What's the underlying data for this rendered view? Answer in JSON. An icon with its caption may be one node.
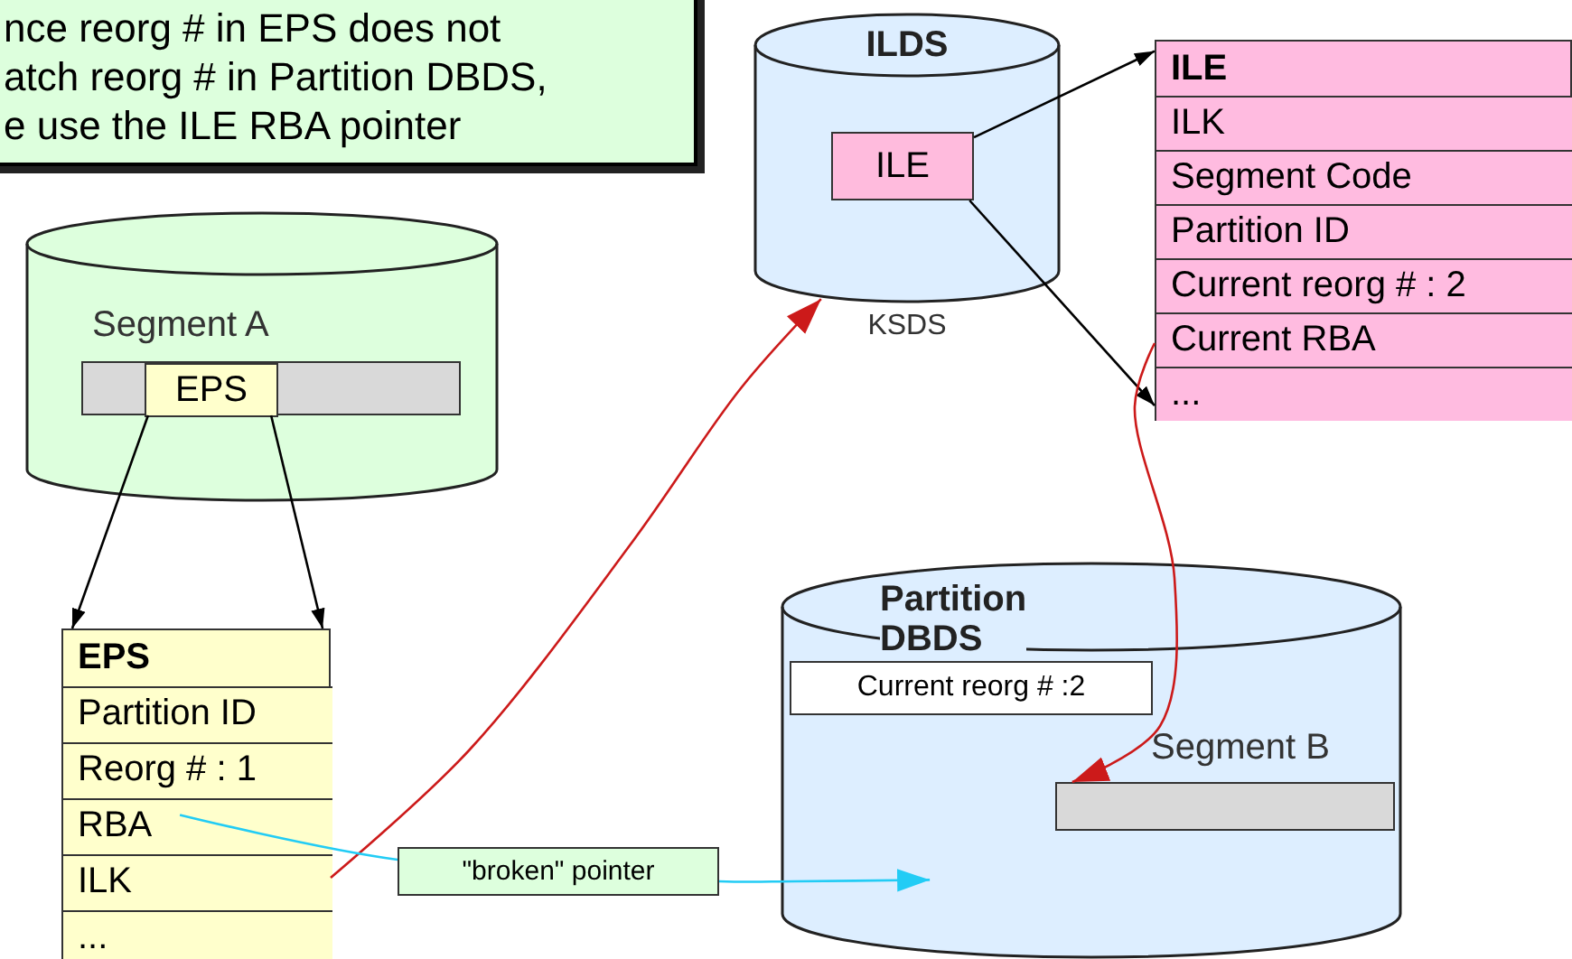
{
  "diagram": {
    "nodes": [
      {
        "text": [
          "nce reorg # in EPS does not atch reorg # in Partition DBDS, e use the ILE RBA pointer"
        ]
      },
      {
        "text": [],
        "shape": "cylinder"
      },
      {
        "text": [
          "Segment A"
        ],
        "in": 1
      },
      {
        "text": [
          "EPS"
        ],
        "in": 2
      },
      {
        "text": [
          "EPS"
        ]
      },
      {
        "text": [
          "Partition ID"
        ],
        "in": 4
      },
      {
        "text": [
          "Reorg # : 1"
        ],
        "in": 4
      },
      {
        "text": [
          "RBA"
        ],
        "in": 4
      },
      {
        "text": [
          "ILK"
        ],
        "in": 4
      },
      {
        "text": [
          "..."
        ],
        "in": 4
      },
      {
        "text": [
          "ILDS"
        ],
        "beside": [
          "KSDS"
        ]
      },
      {
        "text": [
          "ILE"
        ],
        "in": 10
      },
      {
        "text": [
          "ILE"
        ]
      },
      {
        "text": [
          "ILK"
        ],
        "in": 12
      },
      {
        "text": [
          "Segment Code"
        ],
        "in": 12
      },
      {
        "text": [
          "Partition ID"
        ],
        "in": 12
      },
      {
        "text": [
          "Current reorg # : 2"
        ],
        "in": 12
      },
      {
        "text": [
          "Current RBA"
        ],
        "in": 12
      },
      {
        "text": [
          "..."
        ],
        "in": 12
      },
      {
        "text": [
          "Partition DBDS"
        ]
      },
      {
        "text": [
          "Current reorg # :2"
        ],
        "in": 19
      },
      {
        "text": [
          "Segment B"
        ],
        "in": 19
      }
    ],
    "edges": [
      {
        "from": 3,
        "to": 4,
        "arrow": "to"
      },
      {
        "from": 3,
        "to": 4,
        "arrow": "to"
      },
      {
        "from": 11,
        "to": 12,
        "arrow": "to"
      },
      {
        "from": 11,
        "to": 12,
        "arrow": "to"
      },
      {
        "from": 8,
        "to": 10,
        "arrow": "to",
        "color": "#cc1a1a"
      },
      {
        "from": 17,
        "to": 21,
        "arrow": "to",
        "color": "#cc1a1a"
      },
      {
        "from": 7,
        "to": 19,
        "arrow": "to",
        "label": "\"broken\" pointer",
        "color": "#22ccf5"
      }
    ]
  }
}
